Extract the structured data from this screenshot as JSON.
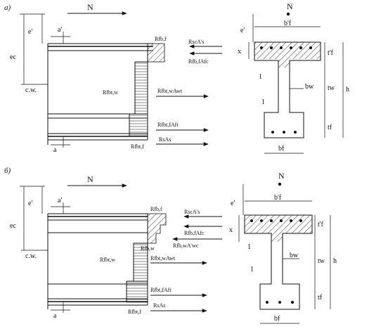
{
  "panel_a": {
    "tag": "а)",
    "N": "N",
    "e_prime": "e'",
    "a_prime": "a'",
    "e_c": "ec",
    "cw": "c.w.",
    "a": "a",
    "R_fb_f": "Rfb,f",
    "R_fbt_w": "Rfbt,w",
    "R_fbt_f": "Rfbt,f",
    "F_sc": "RscA's",
    "F_fb": "Rfb,fAfc",
    "F_fbt_w": "Rfbt,wAwt",
    "F_fbt_f": "Rfbt,fAft",
    "F_s": "RsAs",
    "sec_N": "N",
    "sec_bf_top": "b'f",
    "sec_e": "e'",
    "sec_x": "x",
    "sec_tf_top": "t'f",
    "sec_bw": "bw",
    "sec_tw": "tw",
    "sec_h": "h",
    "sec_tf": "tf",
    "sec_bf": "bf",
    "sec_l1": "1",
    "sec_l2": "1"
  },
  "panel_b": {
    "tag": "б)",
    "N": "N",
    "e_prime": "e'",
    "a_prime": "a'",
    "e_c": "ec",
    "cw": "c.w.",
    "a": "a",
    "R_fb_f": "Rfb,f",
    "R_fb_w": "Rfb,w",
    "R_fbt_w": "Rfbt,w",
    "R_fbt_f": "Rfbt,f",
    "F_sc": "RscA's",
    "F_fb": "Rfb,fAfc",
    "F_fb_w": "Rfb,wA'wc",
    "F_fbt_w": "Rfbt,wAwt",
    "F_fbt_f": "Rfbt,fAft",
    "F_s": "RsAs",
    "sec_N": "N",
    "sec_bf_top": "b'f",
    "sec_e": "e'",
    "sec_x": "x",
    "sec_tf_top": "t'f",
    "sec_bw": "bw",
    "sec_tw": "tw",
    "sec_h": "h",
    "sec_tf": "tf",
    "sec_bf": "bf",
    "sec_l1": "1",
    "sec_l2": "1"
  },
  "icons": [
    "arrow-right-icon",
    "arrow-left-icon"
  ]
}
